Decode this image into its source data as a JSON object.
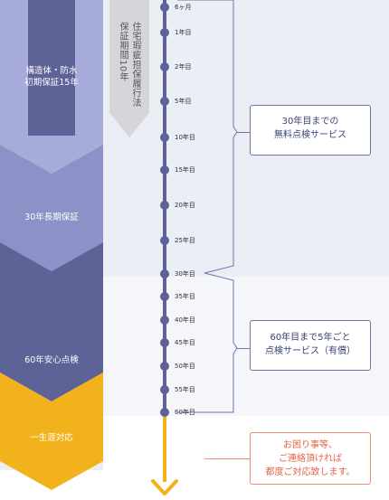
{
  "colors": {
    "band_light": "#a2a7d7",
    "band_mid": "#8c91c8",
    "band_dark": "#5d6297",
    "band_gold": "#f2b21b",
    "timeline": "#5d6297",
    "accent_orange": "#f08a78"
  },
  "left_column": {
    "structure_warranty": [
      "構造体・防水",
      "初期保証15年"
    ],
    "long_warranty": "30年長期保証",
    "inspection": "60年安心点検",
    "lifetime": "一生涯対応"
  },
  "banner": {
    "lines": [
      "住宅瑕疵担保履行法",
      "保証期間10年"
    ]
  },
  "timeline": {
    "ticks": [
      "6ヶ月",
      "1年目",
      "2年目",
      "5年目",
      "10年目",
      "15年目",
      "20年目",
      "25年目",
      "30年目",
      "35年目",
      "40年目",
      "45年目",
      "50年目",
      "55年目",
      "60年目"
    ]
  },
  "boxes": {
    "free_inspection": [
      "30年目までの",
      "無料点検サービス"
    ],
    "paid_inspection": [
      "60年目まで5年ごと",
      "点検サービス（有償）"
    ],
    "contact": [
      "お困り事等、",
      "ご連絡頂ければ",
      "都度ご対応致します。"
    ]
  }
}
